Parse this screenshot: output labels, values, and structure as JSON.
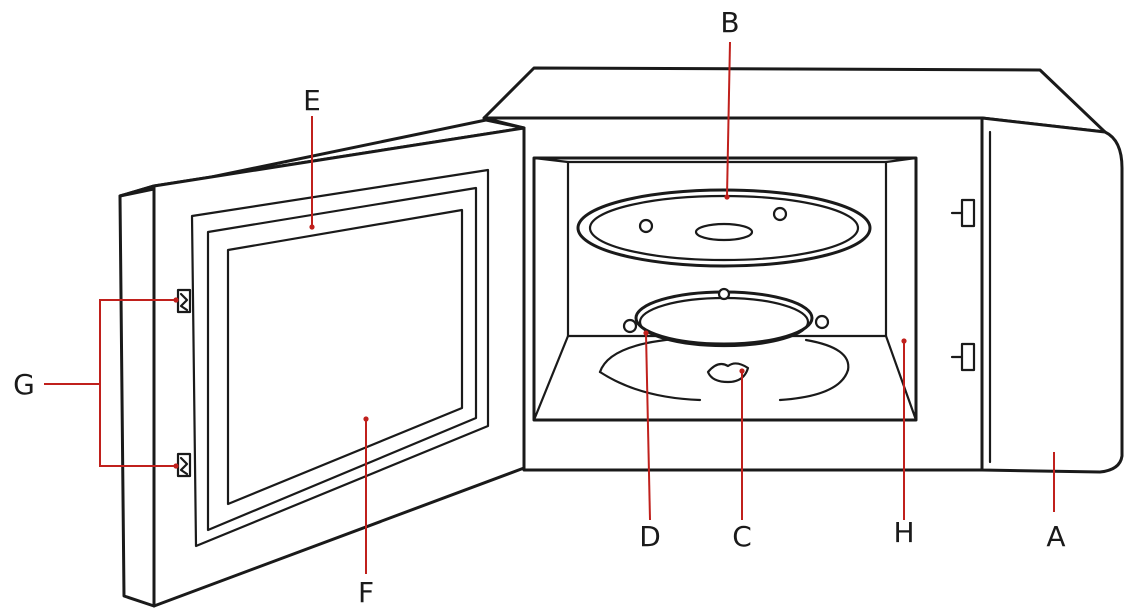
{
  "labels": {
    "A": "A",
    "B": "B",
    "C": "C",
    "D": "D",
    "E": "E",
    "F": "F",
    "G": "G",
    "H": "H"
  },
  "colors": {
    "outline": "#1a1a1a",
    "leader": "#c0201c",
    "background": "#ffffff"
  }
}
